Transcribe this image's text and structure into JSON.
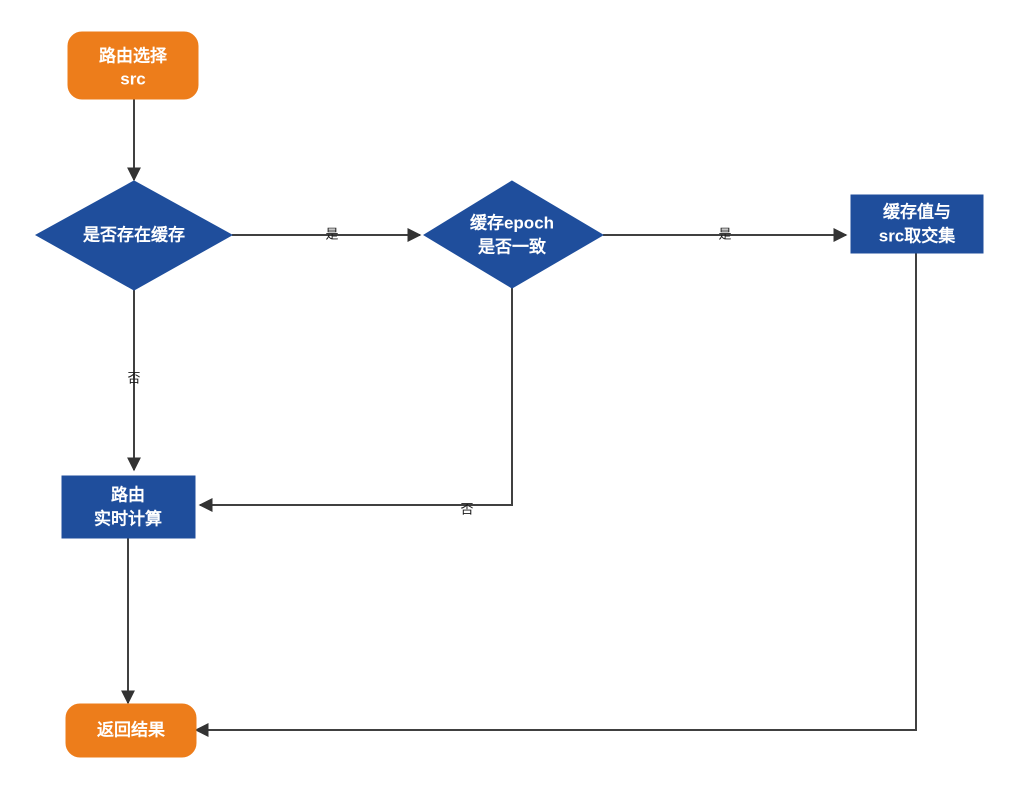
{
  "diagram": {
    "title": "",
    "colors": {
      "terminator_fill": "#ed7d1b",
      "process_fill": "#1f4e9c",
      "decision_fill": "#1f4e9c",
      "node_text": "#ffffff",
      "edge_stroke": "#404040",
      "edge_label_text": "#1a1a1a",
      "background": "#ffffff"
    },
    "nodes": [
      {
        "id": "start",
        "type": "terminator",
        "shape": "rounded-rectangle",
        "lines": [
          "路由选择",
          "src"
        ]
      },
      {
        "id": "has-cache",
        "type": "decision",
        "shape": "diamond",
        "lines": [
          "是否存在缓存"
        ]
      },
      {
        "id": "epoch-match",
        "type": "decision",
        "shape": "diamond",
        "lines": [
          "缓存epoch",
          "是否一致"
        ]
      },
      {
        "id": "intersect-src",
        "type": "process",
        "shape": "rectangle",
        "lines": [
          "缓存值与",
          "src取交集"
        ]
      },
      {
        "id": "realtime-compute",
        "type": "process",
        "shape": "rectangle",
        "lines": [
          "路由",
          "实时计算"
        ]
      },
      {
        "id": "return-result",
        "type": "terminator",
        "shape": "rounded-rectangle",
        "lines": [
          "返回结果"
        ]
      }
    ],
    "edges": [
      {
        "id": "start-to-has-cache",
        "from": "start",
        "to": "has-cache",
        "label": ""
      },
      {
        "id": "has-cache-yes",
        "from": "has-cache",
        "to": "epoch-match",
        "label": "是"
      },
      {
        "id": "has-cache-no",
        "from": "has-cache",
        "to": "realtime-compute",
        "label": "否"
      },
      {
        "id": "epoch-yes",
        "from": "epoch-match",
        "to": "intersect-src",
        "label": "是"
      },
      {
        "id": "epoch-no",
        "from": "epoch-match",
        "to": "realtime-compute",
        "label": "否"
      },
      {
        "id": "realtime-to-return",
        "from": "realtime-compute",
        "to": "return-result",
        "label": ""
      },
      {
        "id": "intersect-to-return",
        "from": "intersect-src",
        "to": "return-result",
        "label": ""
      }
    ]
  }
}
